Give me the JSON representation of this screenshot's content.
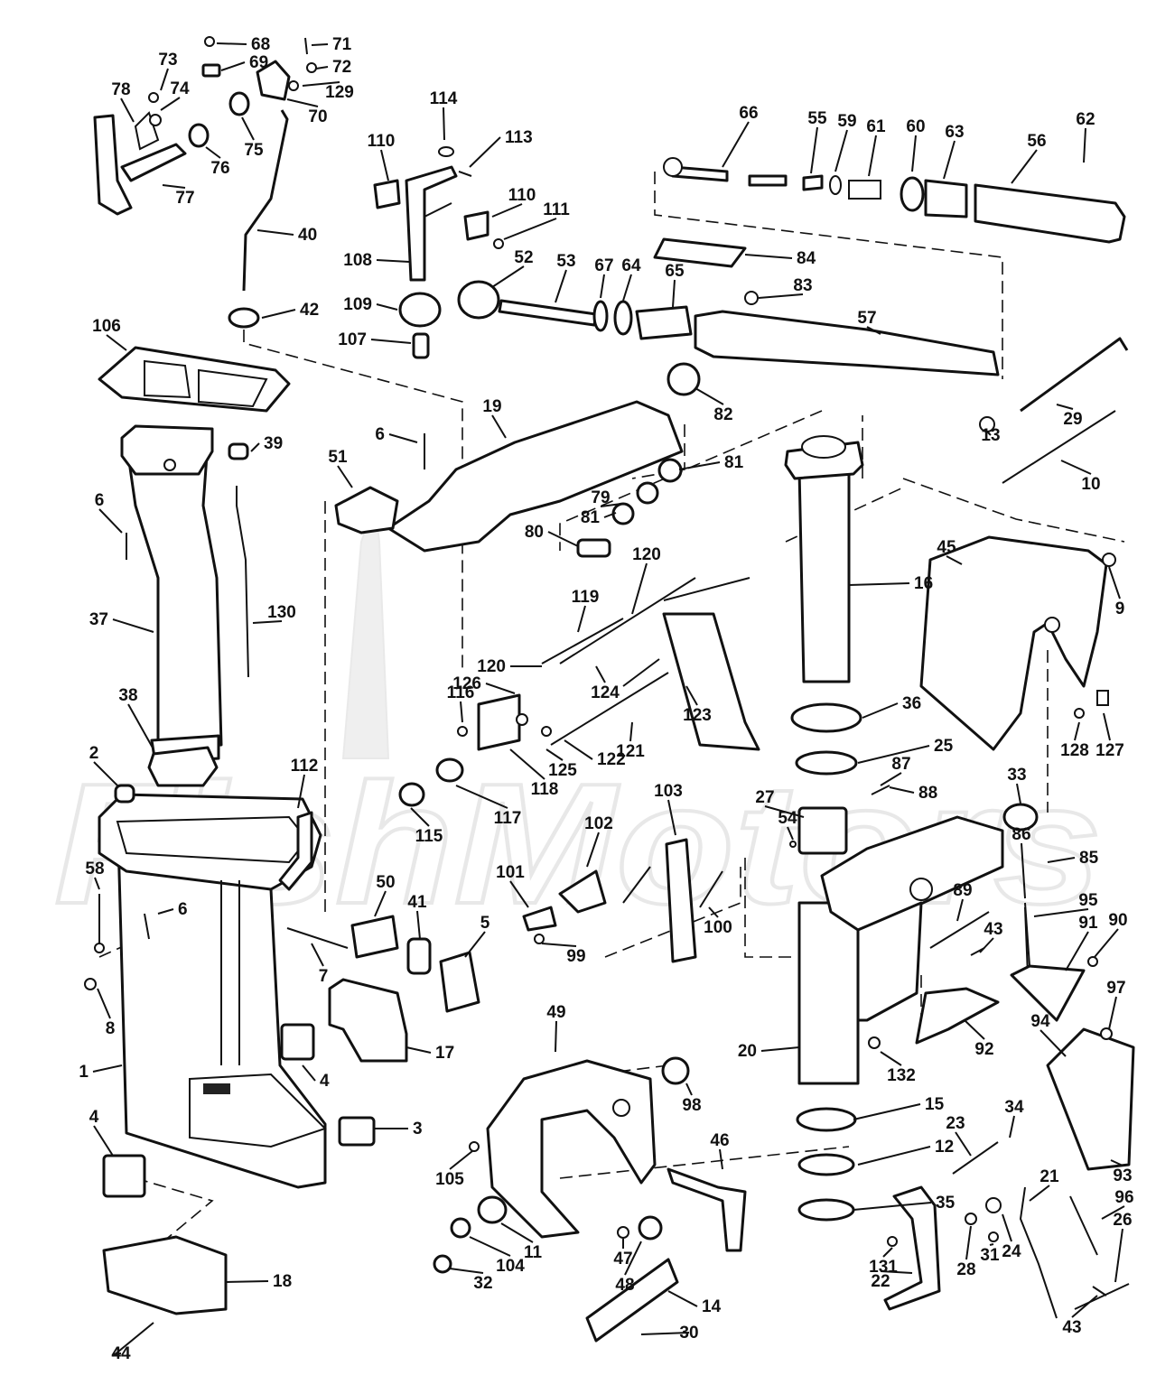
{
  "diagram": {
    "watermark_text": "FishMotors",
    "callouts": [
      "1",
      "2",
      "3",
      "4",
      "4",
      "5",
      "6",
      "6",
      "6",
      "7",
      "8",
      "9",
      "10",
      "11",
      "12",
      "13",
      "14",
      "15",
      "16",
      "17",
      "18",
      "19",
      "20",
      "21",
      "22",
      "23",
      "24",
      "25",
      "26",
      "27",
      "28",
      "29",
      "30",
      "31",
      "32",
      "33",
      "34",
      "35",
      "36",
      "37",
      "38",
      "39",
      "40",
      "41",
      "42",
      "43",
      "43",
      "44",
      "45",
      "46",
      "47",
      "48",
      "49",
      "50",
      "51",
      "52",
      "53",
      "54",
      "55",
      "56",
      "57",
      "58",
      "59",
      "60",
      "61",
      "62",
      "63",
      "64",
      "65",
      "66",
      "67",
      "68",
      "69",
      "70",
      "71",
      "72",
      "73",
      "74",
      "75",
      "76",
      "77",
      "78",
      "79",
      "80",
      "81",
      "81",
      "82",
      "83",
      "84",
      "85",
      "86",
      "87",
      "88",
      "89",
      "90",
      "91",
      "92",
      "93",
      "94",
      "95",
      "96",
      "97",
      "98",
      "99",
      "100",
      "101",
      "102",
      "103",
      "104",
      "105",
      "106",
      "107",
      "108",
      "109",
      "110",
      "110",
      "111",
      "112",
      "113",
      "114",
      "115",
      "116",
      "117",
      "118",
      "119",
      "120",
      "120",
      "121",
      "122",
      "123",
      "124",
      "125",
      "126",
      "127",
      "128",
      "129",
      "130",
      "131",
      "132"
    ]
  }
}
